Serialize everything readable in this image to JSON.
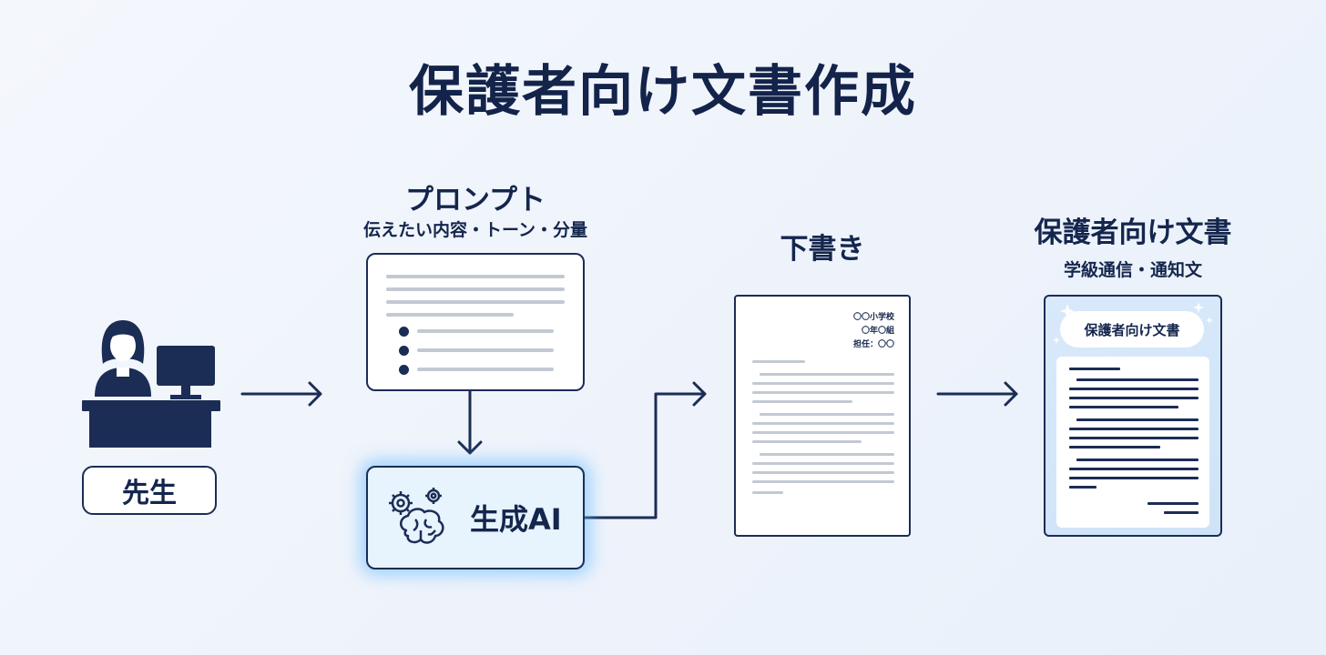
{
  "title": "保護者向け文書作成",
  "teacher": {
    "label": "先生"
  },
  "prompt": {
    "label": "プロンプト",
    "sublabel": "伝えたい内容・トーン・分量"
  },
  "ai": {
    "label": "生成AI"
  },
  "draft": {
    "label": "下書き",
    "header": [
      "〇〇小学校",
      "〇年〇組",
      "担任：〇〇"
    ]
  },
  "final": {
    "label": "保護者向け文書",
    "sublabel": "学級通信・通知文",
    "banner": "保護者向け文書"
  },
  "colors": {
    "navy": "#1b2d55",
    "glow": "#5ab4ff",
    "line_gray": "#c3c9d3",
    "ai_fill": "#e7f3fd"
  }
}
